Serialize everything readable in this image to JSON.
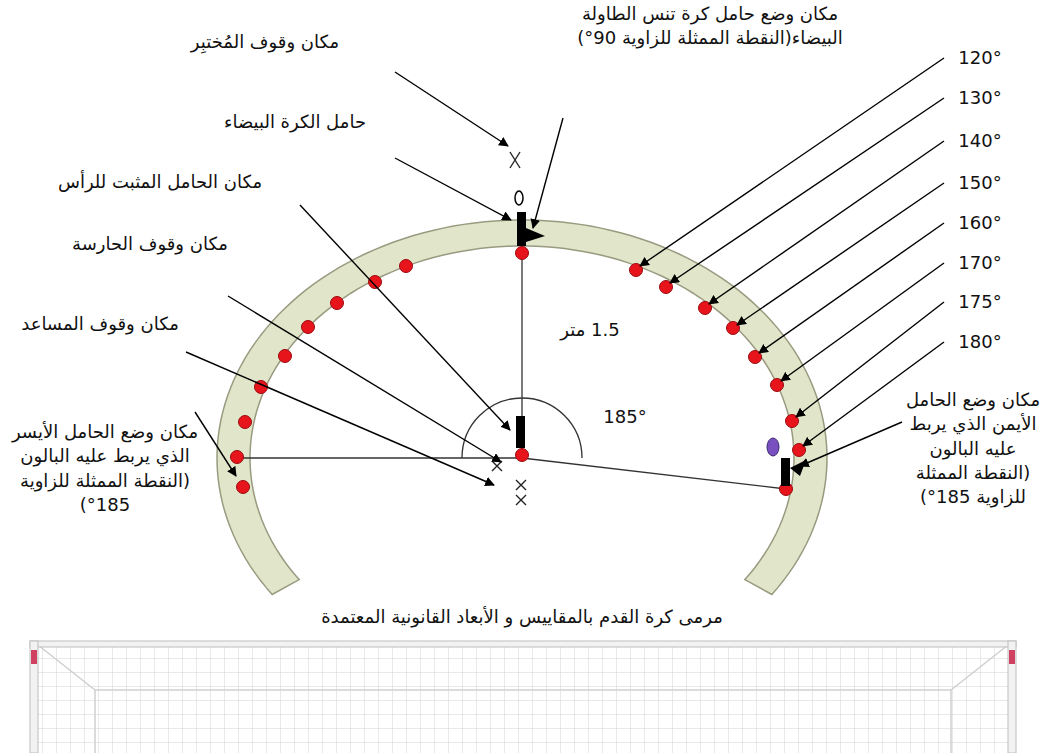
{
  "diagram": {
    "caption": "مرمى كرة القدم بالمقاييس و الأبعاد القانونية المعتمدة",
    "labels": [
      "مكان وقوف المُختبِر",
      "مكان وضع حامل كرة تنس الطاولة البيضاء(النقطة الممثلة للزاوية 90°)",
      "حامل الكرة البيضاء",
      "مكان الحامل المثبت للرأس",
      "مكان وقوف الحارسة",
      "مكان وقوف المساعد",
      "مكان وضع الحامل الأيسر الذي يربط عليه البالون (النقطة الممثلة للزاوية 185°)",
      "1.5 متر",
      "185°",
      "120°",
      "130°",
      "140°",
      "150°",
      "160°",
      "170°",
      "175°",
      "180°",
      "مكان وضع الحامل الأيمن الذي يربط عليه البالون (النقطة الممثلة للزاوية 185°)"
    ]
  }
}
